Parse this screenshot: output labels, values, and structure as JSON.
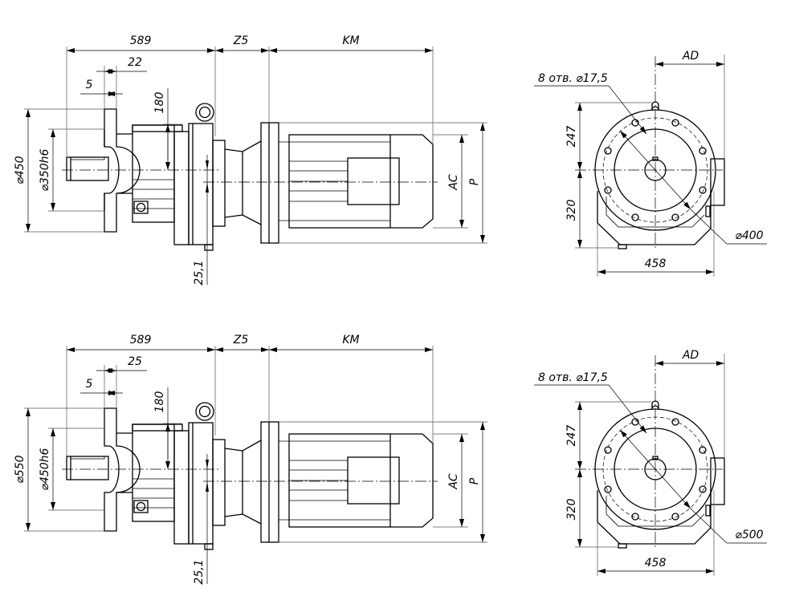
{
  "views": [
    {
      "id": "top",
      "side_view": {
        "overall_length": "589",
        "adapter_length": "Z5",
        "motor_length": "KM",
        "flange_offset": "22",
        "flange_thickness": "5",
        "shaft_height": "180",
        "shaft_offset": "25,1",
        "flange_outer_diameter": "⌀450",
        "flange_pilot_diameter": "⌀350h6",
        "motor_dim_ac": "AC",
        "motor_dim_p": "P"
      },
      "front_view": {
        "ad": "AD",
        "holes": "8 отв. ⌀17,5",
        "height_upper": "247",
        "height_lower": "320",
        "width": "458",
        "pcd": "⌀400"
      }
    },
    {
      "id": "bottom",
      "side_view": {
        "overall_length": "589",
        "adapter_length": "Z5",
        "motor_length": "KM",
        "flange_offset": "25",
        "flange_thickness": "5",
        "shaft_height": "180",
        "shaft_offset": "25,1",
        "flange_outer_diameter": "⌀550",
        "flange_pilot_diameter": "⌀450h6",
        "motor_dim_ac": "AC",
        "motor_dim_p": "P"
      },
      "front_view": {
        "ad": "AD",
        "holes": "8 отв. ⌀17,5",
        "height_upper": "247",
        "height_lower": "320",
        "width": "458",
        "pcd": "⌀500"
      }
    }
  ]
}
